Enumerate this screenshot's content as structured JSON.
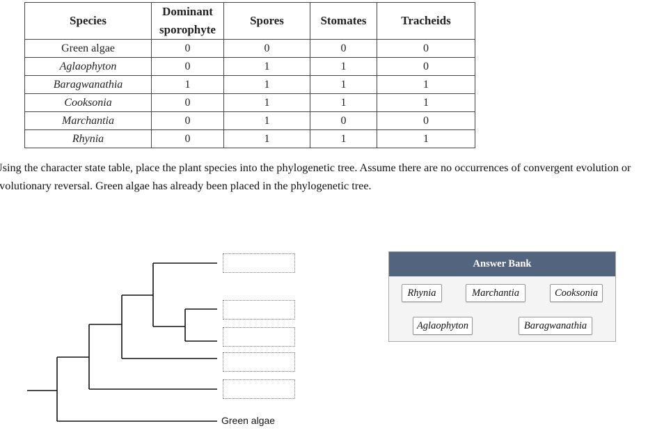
{
  "table": {
    "headers": [
      [
        "Species"
      ],
      [
        "Dominant",
        "sporophyte"
      ],
      [
        "Spores"
      ],
      [
        "Stomates"
      ],
      [
        "Tracheids"
      ]
    ],
    "rows": [
      {
        "species": "Green algae",
        "italic": false,
        "values": [
          "0",
          "0",
          "0",
          "0"
        ]
      },
      {
        "species": "Aglaophyton",
        "italic": true,
        "values": [
          "0",
          "1",
          "1",
          "0"
        ]
      },
      {
        "species": "Baragwanathia",
        "italic": true,
        "values": [
          "1",
          "1",
          "1",
          "1"
        ]
      },
      {
        "species": "Cooksonia",
        "italic": true,
        "values": [
          "0",
          "1",
          "1",
          "1"
        ]
      },
      {
        "species": "Marchantia",
        "italic": true,
        "values": [
          "0",
          "1",
          "0",
          "0"
        ]
      },
      {
        "species": "Rhynia",
        "italic": true,
        "values": [
          "0",
          "1",
          "1",
          "1"
        ]
      }
    ]
  },
  "instructions": "Using the character state table, place the plant species into the phylogenetic tree. Assume there are no occurrences of convergent evolution or evolutionary reversal. Green algae has already been placed in the phylogenetic tree.",
  "tree": {
    "placed_label": "Green algae",
    "empty_slot_count": 5
  },
  "answer_bank": {
    "title": "Answer Bank",
    "header_color": "#52647e",
    "items": [
      "Rhynia",
      "Marchantia",
      "Cooksonia",
      "Aglaophyton",
      "Baragwanathia"
    ]
  }
}
